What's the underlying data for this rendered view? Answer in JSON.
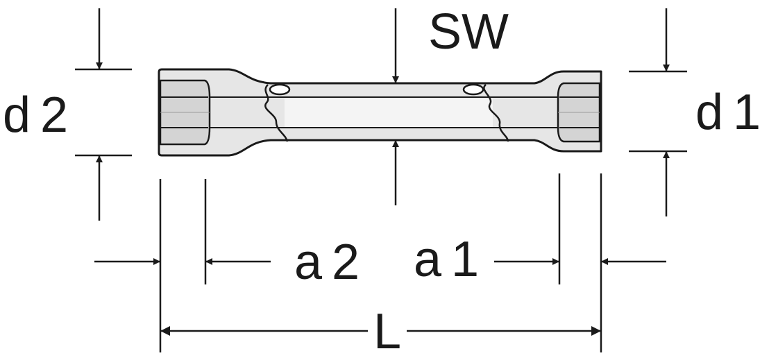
{
  "labels": {
    "sw": "SW",
    "d1": "d1",
    "d2": "d2",
    "a1": "a1",
    "a2": "a2",
    "L": "L"
  },
  "colors": {
    "stroke": "#1a1a1a",
    "body_fill": "#e6e6e6",
    "shade_fill": "#cfcfcf",
    "highlight_fill": "#f7f7f7"
  }
}
